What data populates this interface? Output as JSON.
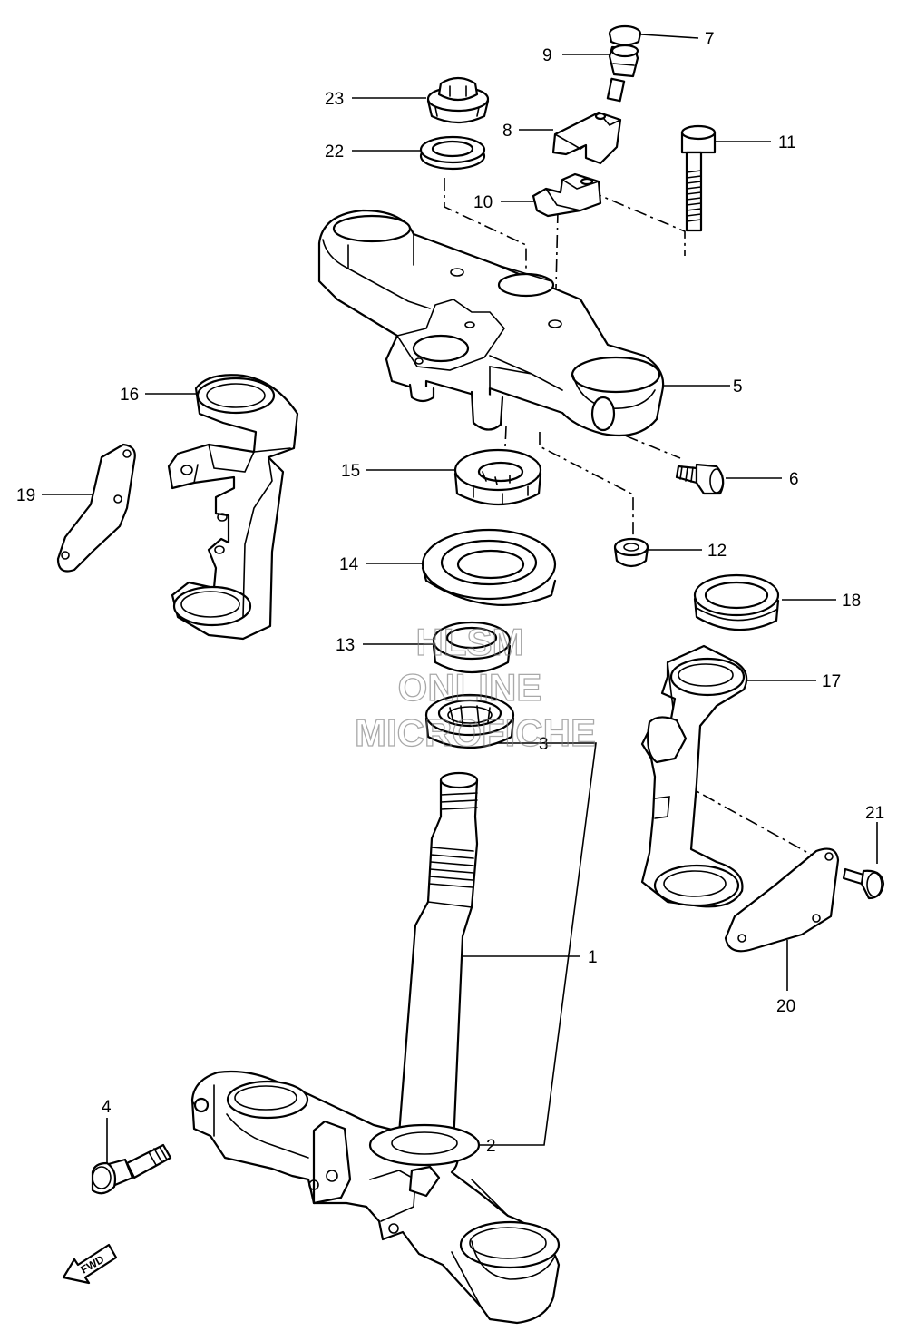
{
  "diagram": {
    "watermark": [
      "HLSM",
      "ONLINE",
      "MICROFICHE"
    ],
    "direction_arrow": {
      "label": "FWD",
      "icon": "forward-arrow-icon"
    },
    "callouts": [
      "1",
      "2",
      "3",
      "4",
      "5",
      "6",
      "7",
      "8",
      "9",
      "10",
      "11",
      "12",
      "13",
      "14",
      "15",
      "16",
      "17",
      "18",
      "19",
      "20",
      "21",
      "22",
      "23"
    ]
  }
}
